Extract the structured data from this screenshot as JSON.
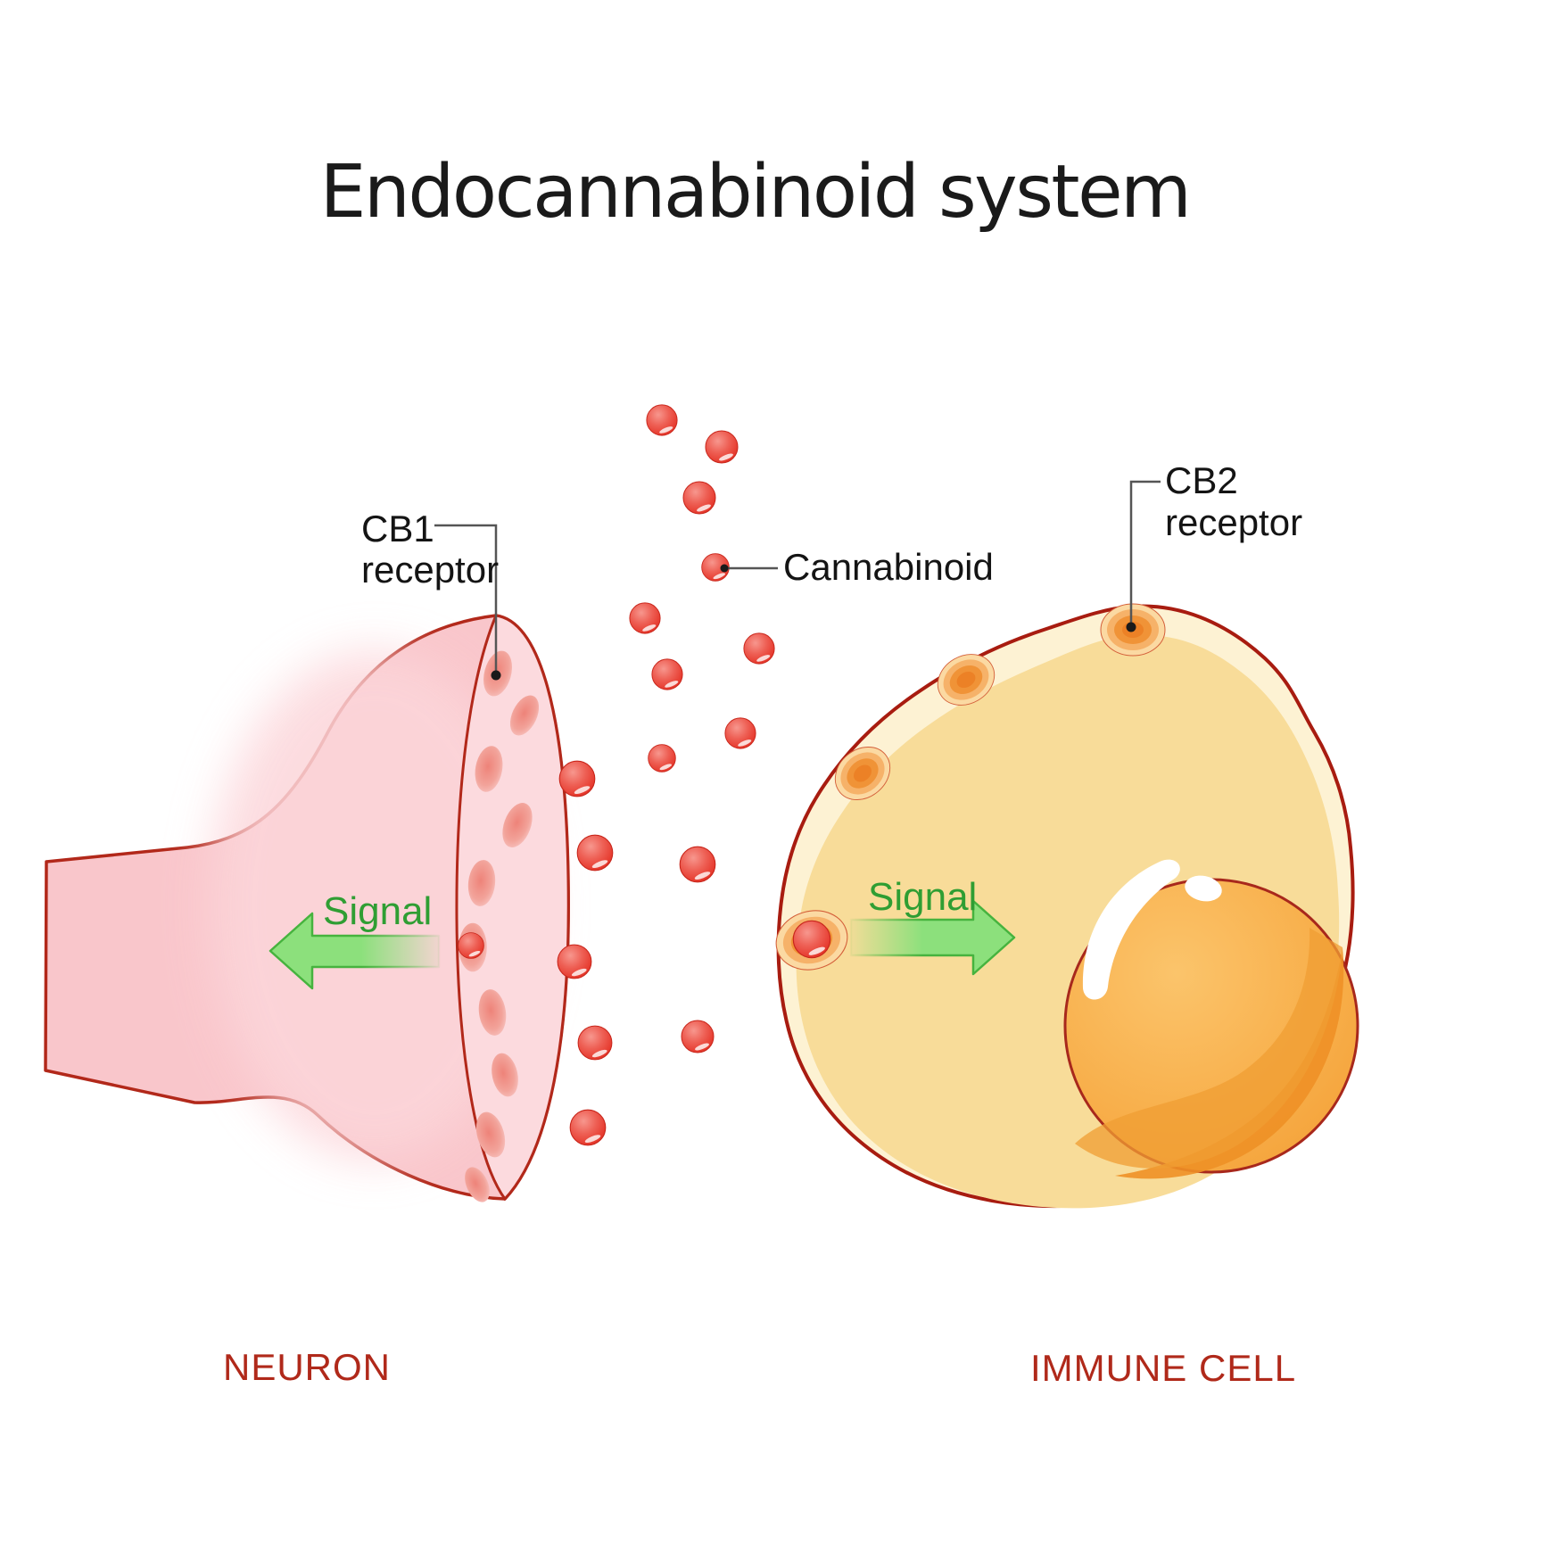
{
  "title": "Endocannabinoid system",
  "annotations": {
    "cb1_label_line1": "CB1",
    "cb1_label_line2": "receptor",
    "cb2_label_line1": "CB2",
    "cb2_label_line2": "receptor",
    "cannabinoid_label": "Cannabinoid"
  },
  "signals": {
    "left": "Signal",
    "right": "Signal"
  },
  "captions": {
    "neuron": "NEURON",
    "immune_cell": "IMMUNE CELL"
  },
  "colors": {
    "title_text": "#1a1a1a",
    "annotation_text": "#141414",
    "caption_text": "#b0291a",
    "signal_text": "#2f9e33",
    "arrow_green": "#8ce07c",
    "arrow_outline": "#46b33e",
    "neuron_outline": "#b2281a",
    "neuron_pink": "#f9c6cb",
    "neuron_cut_face": "#fcdade",
    "vesicle_salmon": "#ee8379",
    "cannabinoid_red": "#e63a2e",
    "cell_body_yellow": "#f8dc99",
    "cell_rim_cream": "#fdf2d3",
    "cell_outline": "#a81c10",
    "nucleus_orange": "#f6a843",
    "receptor_orange": "#f09337",
    "leader_line": "#555555"
  }
}
